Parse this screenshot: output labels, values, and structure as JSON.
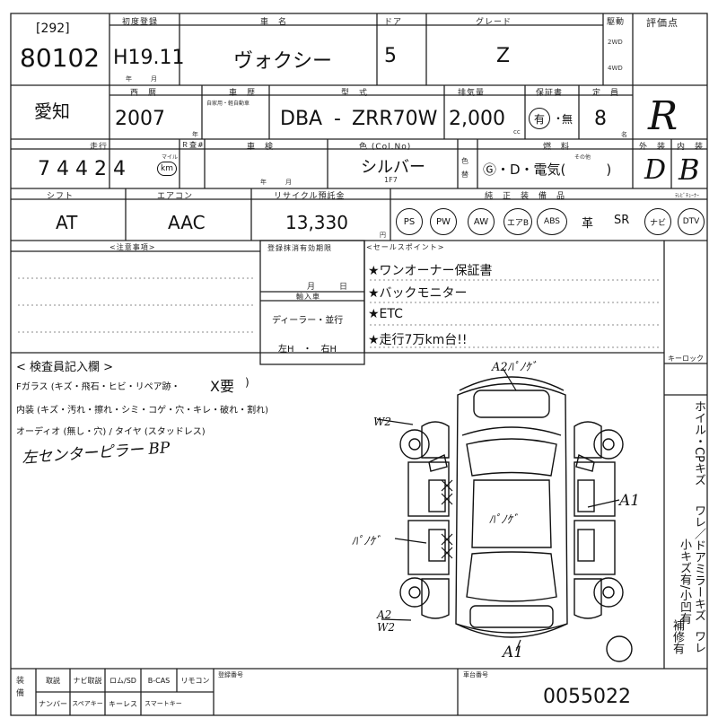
{
  "header": {
    "lot_bracket": "[292]",
    "lot_number": "80102",
    "first_reg_label": "初度登録",
    "first_reg_value": "H19.11",
    "first_reg_units": "年　　　月",
    "name_label": "車　名",
    "car_name": "ヴォクシー",
    "doors_label": "ドア",
    "doors": "5",
    "grade_label": "グレード",
    "grade": "Z",
    "drive_label": "駆動",
    "drive_2wd": "2WD",
    "drive_4wd": "4WD",
    "rating_label": "評価点"
  },
  "row2": {
    "region": "愛知",
    "year_label": "西　暦",
    "year": "2007",
    "year_unit": "年",
    "history_label": "車　歴",
    "history_note": "自家用・軽自動車",
    "model_label": "型　式",
    "model_prefix": "DBA",
    "model_dash": "-",
    "model": "ZRR70W",
    "displacement_label": "排気量",
    "displacement": "2,000",
    "displacement_unit": "cc",
    "warranty_label": "保証書",
    "warranty_yes": "有",
    "warranty_no": "無",
    "capacity_label": "定　員",
    "capacity": "8",
    "capacity_unit": "名",
    "score": "R"
  },
  "row3": {
    "mileage_label": "走行",
    "meter_label": "Ｒ査#",
    "mileage": "7 4  4 2 4",
    "mileage_unit_top": "マイル",
    "mileage_unit": "km",
    "inspection_label": "車　検",
    "inspection_units": "年　　　月",
    "color_label": "色 (Col.No)",
    "color": "シルバー",
    "color_code": "1F7",
    "color_change_label": "色替",
    "fuel_label": "燃　料",
    "fuel_other": "その他",
    "fuel_options": "Ⓖ・D・電気(　　　)",
    "exterior_label": "外　装",
    "exterior_grade": "D",
    "interior_label": "内　装",
    "interior_grade": "B"
  },
  "row4": {
    "shift_label": "シフト",
    "shift": "AT",
    "ac_label": "エアコン",
    "ac": "AAC",
    "recycle_label": "リサイクル預託金",
    "recycle": "13,330",
    "recycle_unit": "円",
    "equipment_label": "純　正　装　備　品",
    "equipment": [
      "PS",
      "PW",
      "AW",
      "エアB",
      "ABS",
      "革",
      "SR",
      "ナビ",
      "DTV"
    ],
    "equipment_note": "ﾃﾚﾋﾞﾁｭｰﾅｰ"
  },
  "notes": {
    "remarks_label": "<注意事項>",
    "deregister_label": "登録抹消有効期限",
    "deregister_units": "月　　　日",
    "import_label": "輸入車",
    "import_dealer": "ディーラー・並行",
    "import_side": "左H　・　右H",
    "selling_label": "<セールスポイント>",
    "selling_points": [
      "★ワンオーナー保証書",
      "★バックモニター",
      "★ETC",
      "★走行7万km台!!"
    ]
  },
  "inspector": {
    "title": "< 検査員記入欄 >",
    "line1": "Fガラス (キズ・飛石・ヒビ・リペア跡・",
    "line1_mark": "X要",
    "line1_close": ")",
    "line2": "内装 (キズ・汚れ・擦れ・シミ・コゲ・穴・キレ・破れ・割れ)",
    "line3": "オーディオ (無し・穴) / タイヤ (スタッドレス)",
    "handwriting": "左センターピラー BP"
  },
  "diagram": {
    "key_lock_label": "キーロック",
    "annot_top": "A2ﾊﾟﾉｹﾞ",
    "annot_w2": "W2",
    "annot_right": "A1",
    "annot_center": "ﾊﾟﾉｹﾞ",
    "annot_left": "ﾊﾟﾉｹﾞ",
    "annot_bottom_left": "A2 W2",
    "annot_bottom": "A1"
  },
  "legend": {
    "col1": "ホイル・CPキズ",
    "col2": "ワレ／ドアミラーキズ",
    "col3": "小キズ有/小凹有",
    "col4": "ワレ",
    "col5": "補修有"
  },
  "footer": {
    "equip_label": "装備",
    "options_row1": [
      "取説",
      "ナビ取説",
      "ロム/SD",
      "B-CAS",
      "リモコン"
    ],
    "options_row2": [
      "ナンバー",
      "スペアキー",
      "キーレス",
      "スマートキー"
    ],
    "reg_number_label": "登録番号",
    "chassis_label": "車台番号",
    "chassis_number": "0055022"
  }
}
